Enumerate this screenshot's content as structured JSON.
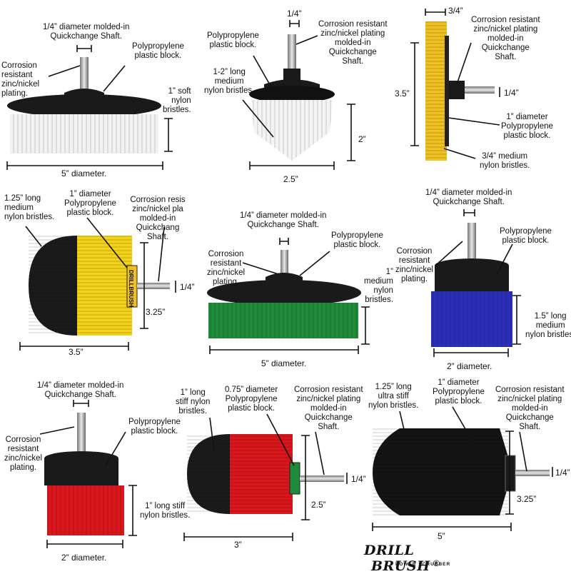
{
  "brands": {
    "logo_word1": "DRILL",
    "logo_word2": "BRUSH",
    "logo_mark": "®",
    "logo_sub": "POWER SCRUBBER",
    "brush_band": "DRILLBRUSH"
  },
  "b1": {
    "shaft": "1/4” diameter molded-in\nQuickchange Shaft.",
    "plating": "Corrosion\nresistant\nzinc/nickel\nplating.",
    "block": "Polypropylene\nplastic block.",
    "bristles": "1” soft\nnylon\nbristles.",
    "diameter": "5” diameter."
  },
  "b2": {
    "shaft": "1/4”",
    "plating": "Corrosion resistant\nzinc/nickel plating\nmolded-in\nQuickchange\nShaft.",
    "block": "Polypropylene\nplastic block.",
    "bristles": "1-2” long\nmedium\nnylon bristles.",
    "height": "2”",
    "diameter": "2.5”"
  },
  "b3": {
    "width": "3/4”",
    "plating": "Corrosion resistant\nzinc/nickel plating\nmolded-in\nQuickchange\nShaft.",
    "height": "3.5”",
    "shaft": "1/4”",
    "block": "1” diameter\nPolypropylene\nplastic block.",
    "bristles": "3/4” medium\nnylon bristles."
  },
  "b4": {
    "bristles": "1.25” long\nmedium\nnylon bristles.",
    "block": "1” diameter\nPolypropylene\nplastic block.",
    "plating": "Corrosion resis\nzinc/nickel pla\nmolded-in\nQuickchang\nShaft.",
    "shaft": "1/4”",
    "height": "3.25”",
    "diameter": "3.5”"
  },
  "b5": {
    "shaft": "1/4” diameter molded-in\nQuickchange Shaft.",
    "plating": "Corrosion\nresistant\nzinc/nickel\nplating.",
    "block": "Polypropylene\nplastic block.",
    "bristles": "1”\nmedium\nnylon\nbristles.",
    "diameter": "5” diameter."
  },
  "b6": {
    "shaft": "1/4” diameter molded-in\nQuickchange Shaft.",
    "plating": "Corrosion\nresistant\nzinc/nickel\nplating.",
    "block": "Polypropylene\nplastic block.",
    "bristles": "1.5” long\nmedium\nnylon bristles.",
    "diameter": "2” diameter."
  },
  "b7": {
    "shaft": "1/4” diameter molded-in\nQuickchange Shaft.",
    "plating": "Corrosion\nresistant\nzinc/nickel\nplating.",
    "block": "Polypropylene\nplastic block.",
    "bristles": "1” long stiff\nnylon bristles.",
    "diameter": "2” diameter."
  },
  "b8": {
    "bristles": "1” long\nstiff nylon\nbristles.",
    "block": "0.75” diameter\nPolypropylene\nplastic block.",
    "plating": "Corrosion resistant\nzinc/nickel plating\nmolded-in\nQuickchange\nShaft.",
    "shaft": "1/4”",
    "height": "2.5”",
    "diameter": "3”"
  },
  "b9": {
    "bristles": "1.25” long\nultra stiff\nnylon bristles.",
    "block": "1” diameter\nPolypropylene\nplastic block.",
    "plating": "Corrosion resistant\nzinc/nickel plating\nmolded-in\nQuickchange\nShaft.",
    "shaft": "1/4”",
    "height": "3.25”",
    "diameter": "5”"
  },
  "colors": {
    "white": "#f2f2f2",
    "yellow": "#f2d21a",
    "orange_yellow": "#f0c020",
    "green": "#1f8a3a",
    "blue": "#2b2fb8",
    "red": "#d8161c",
    "black": "#141414"
  }
}
